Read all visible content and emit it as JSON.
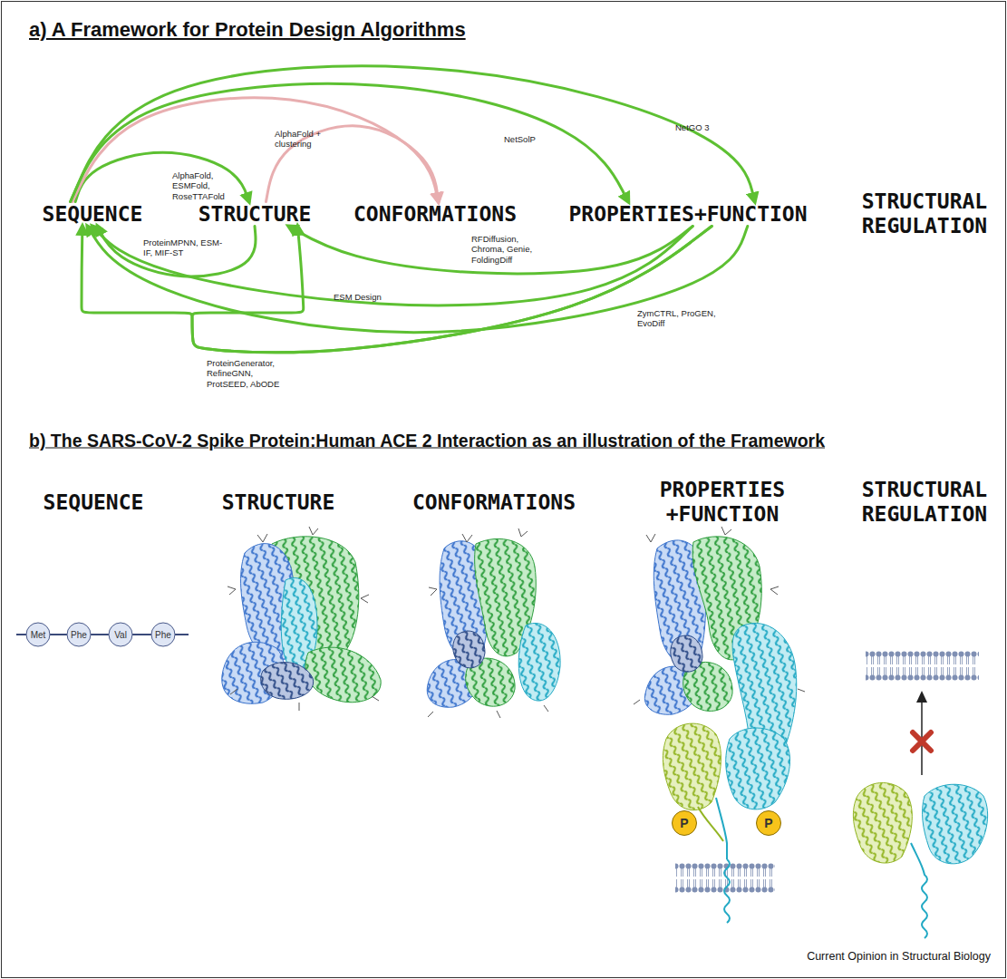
{
  "diagram": {
    "title": "a) A Framework for Protein Design Algorithms",
    "nodes": [
      {
        "text": [
          "SEQUENCE"
        ]
      },
      {
        "text": [
          "STRUCTURE"
        ]
      },
      {
        "text": [
          "CONFORMATIONS"
        ]
      },
      {
        "text": [
          "PROPERTIES+FUNCTION"
        ]
      },
      {
        "text": [
          "STRUCTURAL REGULATION"
        ]
      },
      {
        "text": [
          "Met"
        ]
      },
      {
        "text": [
          "Phe"
        ]
      },
      {
        "text": [
          "Val"
        ]
      },
      {
        "text": [
          "Phe"
        ]
      },
      {
        "text": [
          "P"
        ]
      },
      {
        "text": [
          "P"
        ]
      }
    ],
    "edges": [
      {
        "from": 0,
        "to": 1,
        "arrow": "to",
        "label": "AlphaFold, ESMFold, RoseTTAFold"
      },
      {
        "from": 1,
        "to": 0,
        "arrow": "to",
        "label": "ProteinMPNN, ESM-IF, MIF-ST"
      },
      {
        "from": 0,
        "to": 2,
        "arrow": "to",
        "label": "AlphaFold + clustering"
      },
      {
        "from": 1,
        "to": 2,
        "arrow": "to"
      },
      {
        "from": 0,
        "to": 3,
        "arrow": "to",
        "label": "NetSolP"
      },
      {
        "from": 0,
        "to": 3,
        "arrow": "to",
        "label": "NetGO 3"
      },
      {
        "from": 3,
        "to": 1,
        "arrow": "to",
        "label": "RFDiffusion, Chroma, Genie, FoldingDiff"
      },
      {
        "from": 3,
        "to": 0,
        "arrow": "to",
        "label": "ESM Design"
      },
      {
        "from": 3,
        "to": 0,
        "arrow": "to",
        "label": "ZymCTRL, ProGEN, EvoDiff"
      },
      {
        "from": 3,
        "to": 0,
        "arrow": "to",
        "label": "ProteinGenerator, RefineGNN, ProtSEED, AbODE"
      },
      {
        "from": 3,
        "to": 1,
        "arrow": "to"
      },
      {
        "from": 5,
        "to": 6,
        "arrow": "none"
      },
      {
        "from": 6,
        "to": 7,
        "arrow": "none"
      },
      {
        "from": 7,
        "to": 8,
        "arrow": "none"
      }
    ],
    "labels": [
      "b) The SARS-CoV-2 Spike Protein:Human ACE 2 Interaction as an illustration of the Framework",
      "SEQUENCE",
      "STRUCTURE",
      "CONFORMATIONS",
      "PROPERTIES +FUNCTION",
      "STRUCTURAL REGULATION",
      "Current Opinion in Structural Biology"
    ]
  }
}
